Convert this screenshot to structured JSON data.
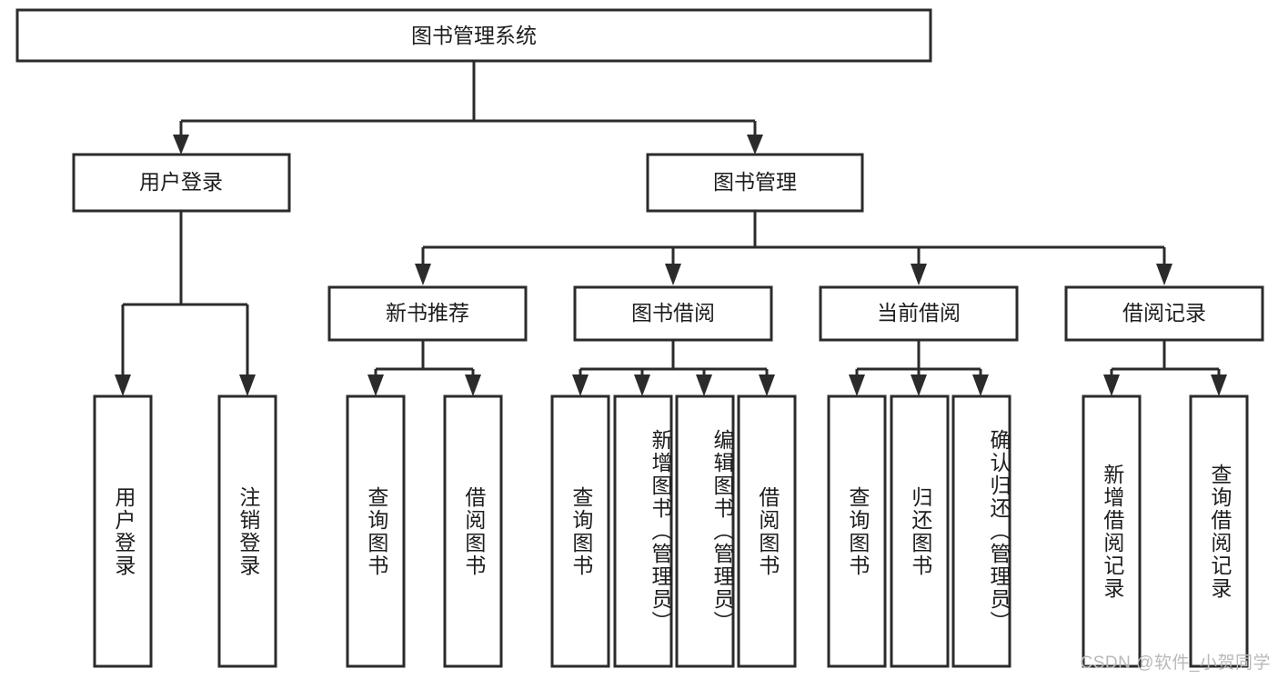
{
  "diagram": {
    "type": "tree",
    "title": "图书管理系统",
    "watermark": "CSDN @软件_小贺同学",
    "colors": {
      "box_stroke": "#2b2b2b",
      "box_fill": "#ffffff",
      "text": "#1d1d1d",
      "background": "#ffffff",
      "watermark": "#b9b9b9"
    },
    "levels": {
      "root": "图书管理系统",
      "level2": [
        "用户登录",
        "图书管理"
      ],
      "level3": [
        "新书推荐",
        "图书借阅",
        "当前借阅",
        "借阅记录"
      ]
    },
    "nodes": {
      "root": {
        "label": "图书管理系统"
      },
      "user_login": {
        "label": "用户登录"
      },
      "book_manage": {
        "label": "图书管理"
      },
      "new_book_rec": {
        "label": "新书推荐"
      },
      "book_borrow": {
        "label": "图书借阅"
      },
      "current_borrow": {
        "label": "当前借阅"
      },
      "borrow_record": {
        "label": "借阅记录"
      }
    },
    "leaves": {
      "user_login": [
        {
          "label": "用户登录"
        },
        {
          "label": "注销登录"
        }
      ],
      "new_book_rec": [
        {
          "label": "查询图书"
        },
        {
          "label": "借阅图书"
        }
      ],
      "book_borrow": [
        {
          "label": "查询图书"
        },
        {
          "label": "新增图书（管理员）"
        },
        {
          "label": "编辑图书（管理员）"
        },
        {
          "label": "借阅图书"
        }
      ],
      "current_borrow": [
        {
          "label": "查询图书"
        },
        {
          "label": "归还图书"
        },
        {
          "label": "确认归还（管理员）"
        }
      ],
      "borrow_record": [
        {
          "label": "新增借阅记录"
        },
        {
          "label": "查询借阅记录"
        }
      ]
    }
  }
}
